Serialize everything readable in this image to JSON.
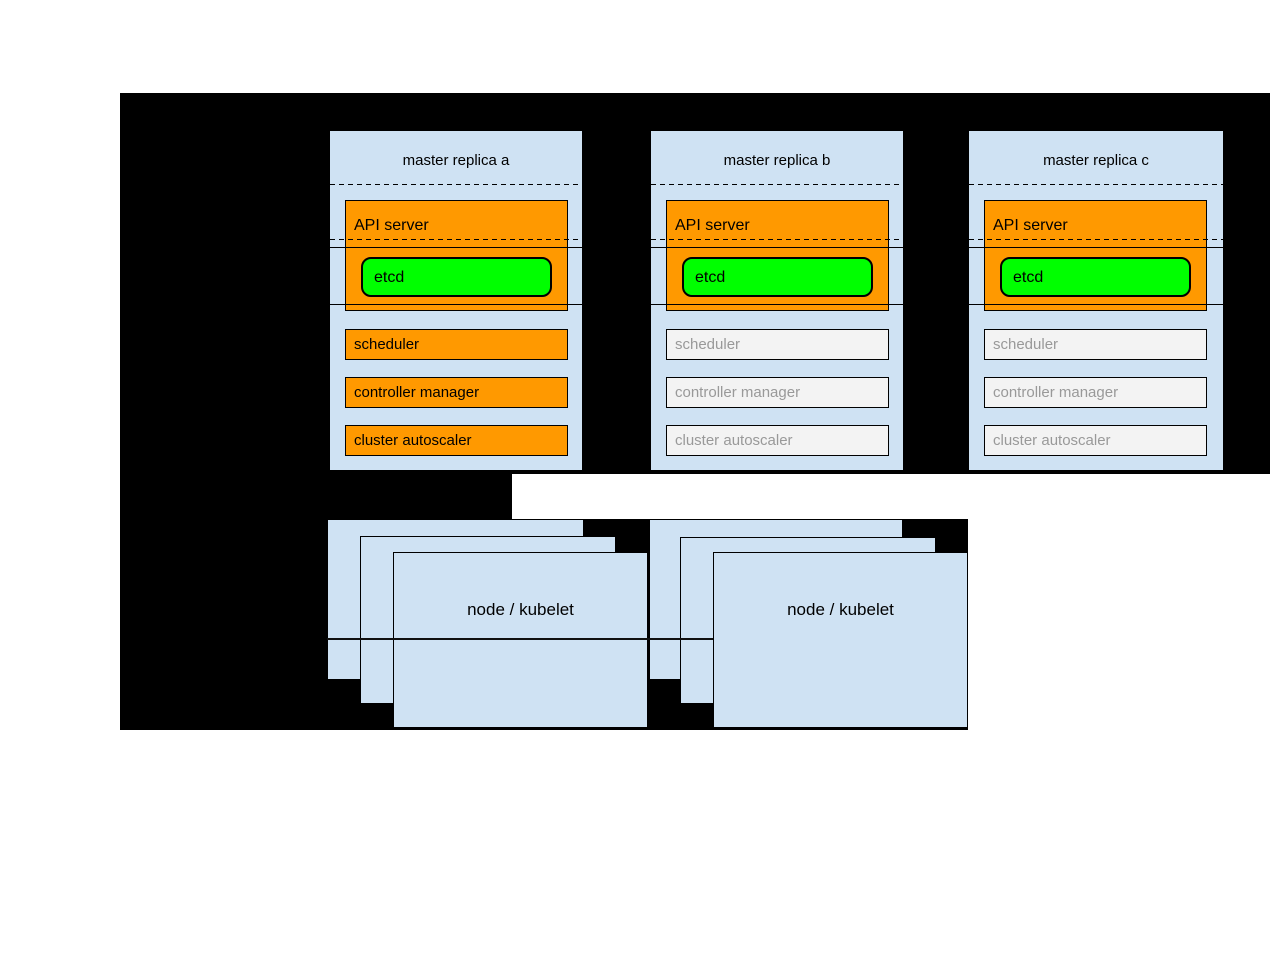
{
  "diagram": {
    "masters": [
      {
        "title": "master replica a",
        "api_server_label": "API server",
        "etcd_label": "etcd",
        "scheduler_label": "scheduler",
        "controller_manager_label": "controller manager",
        "cluster_autoscaler_label": "cluster autoscaler",
        "components_active": true
      },
      {
        "title": "master replica b",
        "api_server_label": "API server",
        "etcd_label": "etcd",
        "scheduler_label": "scheduler",
        "controller_manager_label": "controller manager",
        "cluster_autoscaler_label": "cluster autoscaler",
        "components_active": false
      },
      {
        "title": "master replica c",
        "api_server_label": "API server",
        "etcd_label": "etcd",
        "scheduler_label": "scheduler",
        "controller_manager_label": "controller manager",
        "cluster_autoscaler_label": "cluster autoscaler",
        "components_active": false
      }
    ],
    "nodes": [
      {
        "label": "node / kubelet"
      },
      {
        "label": "node / kubelet"
      }
    ],
    "colors": {
      "panel_blue": "#cfe2f3",
      "active_orange": "#ff9900",
      "etcd_green": "#00ff00",
      "inactive_fill": "#f3f3f3",
      "inactive_text": "#999999",
      "backdrop_black": "#000000"
    }
  }
}
